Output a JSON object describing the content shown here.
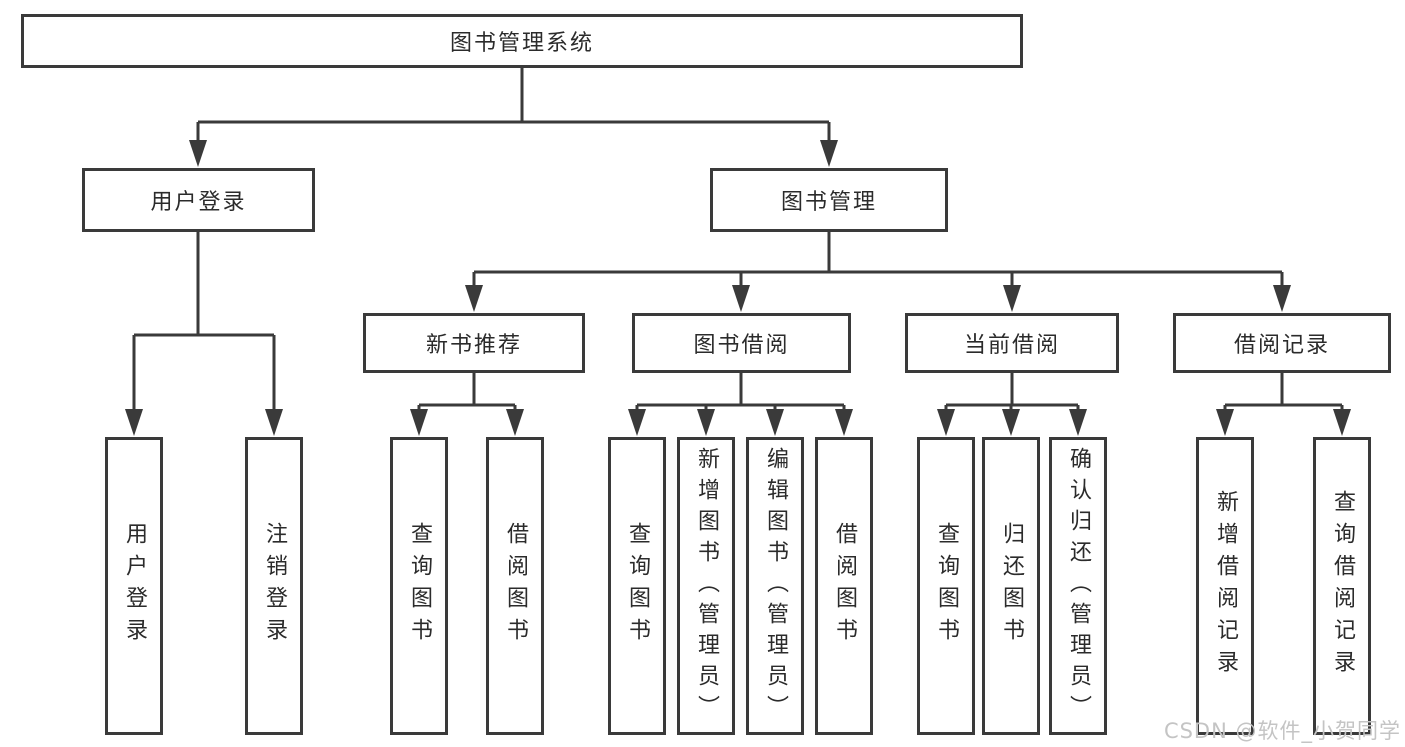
{
  "tree": {
    "root": "图书管理系统",
    "branches": [
      {
        "label": "用户登录",
        "children": [
          "用户登录",
          "注销登录"
        ]
      },
      {
        "label": "图书管理",
        "groups": [
          {
            "label": "新书推荐",
            "children": [
              "查询图书",
              "借阅图书"
            ]
          },
          {
            "label": "图书借阅",
            "children": [
              "查询图书",
              "新增图书（管理员）",
              "编辑图书（管理员）",
              "借阅图书"
            ]
          },
          {
            "label": "当前借阅",
            "children": [
              "查询图书",
              "归还图书",
              "确认归还（管理员）"
            ]
          },
          {
            "label": "借阅记录",
            "children": [
              "新增借阅记录",
              "查询借阅记录"
            ]
          }
        ]
      }
    ]
  },
  "watermark": "CSDN @软件_小贺同学",
  "colors": {
    "line": "#3a3a3a",
    "box_border": "#3a3a3a",
    "text": "#2b2b2b",
    "watermark": "#c4c4c4",
    "background": "#ffffff"
  }
}
